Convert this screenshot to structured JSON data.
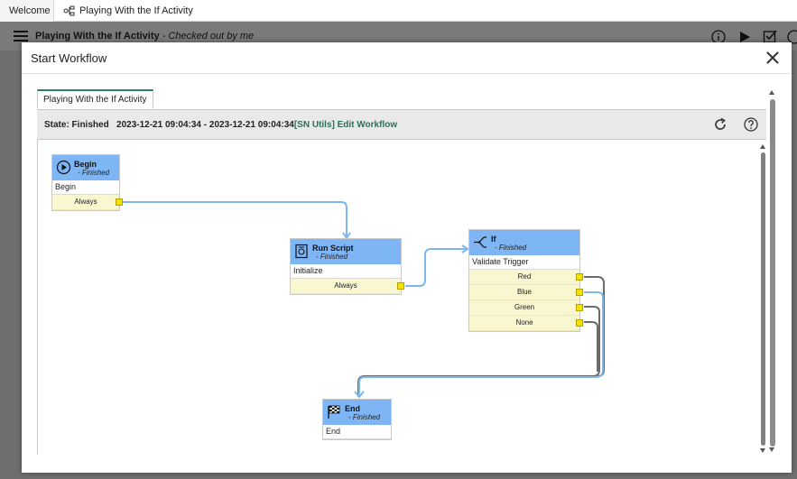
{
  "top_tabs": [
    {
      "label": "Welcome"
    },
    {
      "label": "Playing With the If Activity",
      "icon": "workflow-icon"
    }
  ],
  "background": {
    "title": "Playing With the If Activity",
    "subtitle": "- Checked out by me",
    "icons": [
      "info-icon",
      "run-icon",
      "checkin-icon",
      "help-icon"
    ]
  },
  "modal": {
    "title": "Start Workflow",
    "close_icon": "close-icon",
    "tab_label": "Playing With the If Activity",
    "state_label": "State: Finished",
    "state_range": "2023-12-21 09:04:34 - 2023-12-21 09:04:34",
    "link_sn_utils": "[SN Utils]",
    "link_edit": "Edit Workflow",
    "refresh_icon": "refresh-icon",
    "help_icon": "help-icon"
  },
  "activities": {
    "begin": {
      "name": "Begin",
      "state": "- Finished",
      "label": "Begin",
      "conditions": [
        "Always"
      ],
      "icon": "play-icon"
    },
    "run_script": {
      "name": "Run Script",
      "state": "- Finished",
      "label": "Initialize",
      "conditions": [
        "Always"
      ],
      "icon": "script-icon"
    },
    "if": {
      "name": "If",
      "state": "- Finished",
      "label": "Validate Trigger",
      "conditions": [
        "Red",
        "Blue",
        "Green",
        "None"
      ],
      "icon": "branch-icon"
    },
    "end": {
      "name": "End",
      "state": "- Finished",
      "label": "End",
      "icon": "finish-flag-icon"
    }
  },
  "colors": {
    "activity_header": "#7eb5f4",
    "condition_bg": "#f9f7cf",
    "port": "#f6e200",
    "link": "#2e6e5c",
    "transition_finished": "#7cb8ec",
    "transition_other": "#6b6b6b"
  }
}
